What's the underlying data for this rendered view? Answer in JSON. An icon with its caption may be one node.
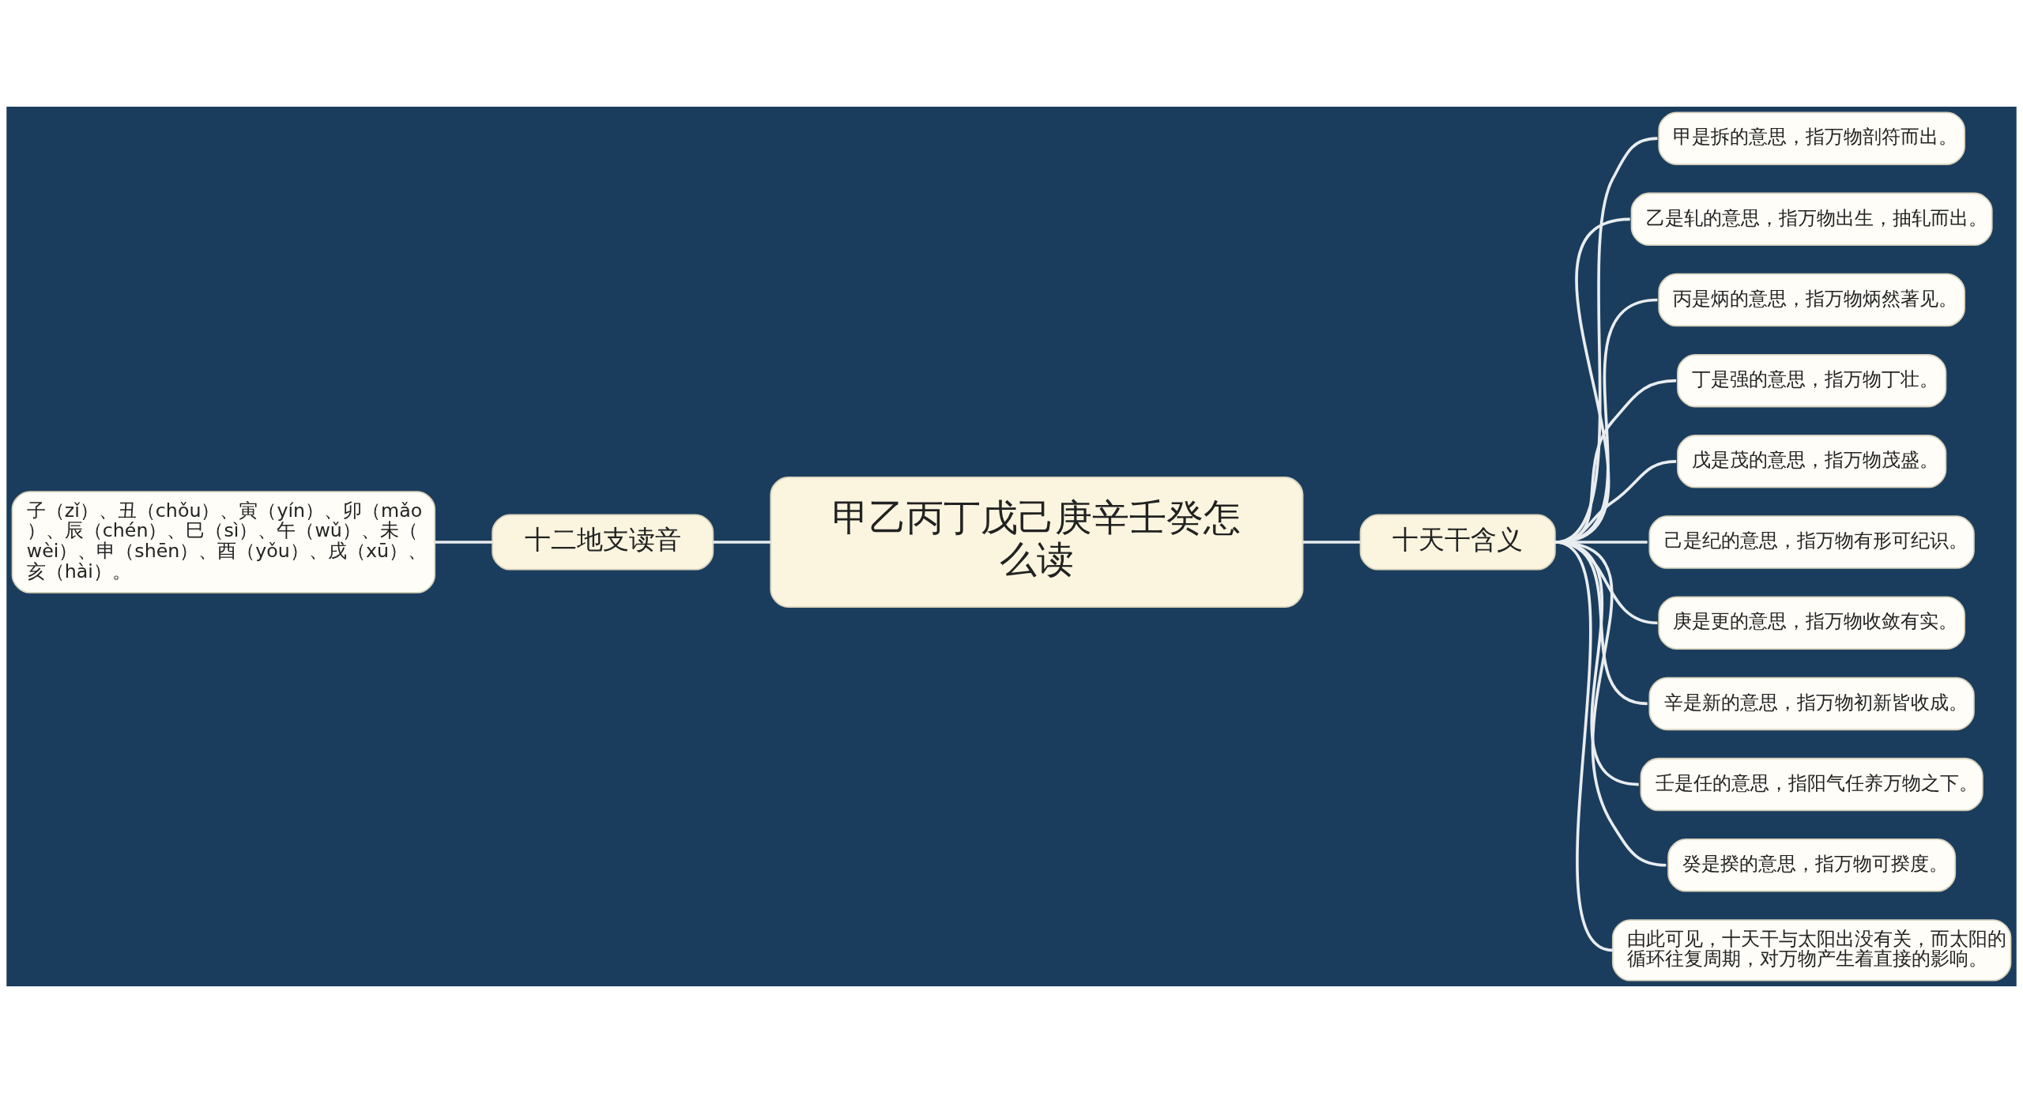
{
  "diagram": {
    "nodes": [
      {
        "text": [
          "甲乙丙丁戊己庚辛壬癸怎么读"
        ]
      },
      {
        "text": [
          "十二地支读音"
        ]
      },
      {
        "text": [
          "子（zǐ）、丑（chǒu）、寅（yín）、卯（mǎo）、辰（chén）、巳（sì）、午（wǔ）、未（wèi）、申（shēn）、酉（yǒu）、戌（xū）、亥（hài）。"
        ]
      },
      {
        "text": [
          "十天干含义"
        ]
      },
      {
        "text": [
          "甲是拆的意思，指万物剖符而出。"
        ]
      },
      {
        "text": [
          "乙是轧的意思，指万物出生，抽轧而出。"
        ]
      },
      {
        "text": [
          "丙是炳的意思，指万物炳然著见。"
        ]
      },
      {
        "text": [
          "丁是强的意思，指万物丁壮。"
        ]
      },
      {
        "text": [
          "戊是茂的意思，指万物茂盛。"
        ]
      },
      {
        "text": [
          "己是纪的意思，指万物有形可纪识。"
        ]
      },
      {
        "text": [
          "庚是更的意思，指万物收敛有实。"
        ]
      },
      {
        "text": [
          "辛是新的意思，指万物初新皆收成。"
        ]
      },
      {
        "text": [
          "壬是任的意思，指阳气任养万物之下。"
        ]
      },
      {
        "text": [
          "癸是揆的意思，指万物可揆度。"
        ]
      },
      {
        "text": [
          "由此可见，十天干与太阳出没有关，而太阳的循环往复周期，对万物产生着直接的影响。"
        ]
      }
    ],
    "edges": [
      {
        "from": 2,
        "to": 1,
        "arrow": "none"
      },
      {
        "from": 1,
        "to": 0,
        "arrow": "none"
      },
      {
        "from": 0,
        "to": 3,
        "arrow": "none"
      },
      {
        "from": 3,
        "to": 4,
        "arrow": "none"
      },
      {
        "from": 3,
        "to": 5,
        "arrow": "none"
      },
      {
        "from": 3,
        "to": 6,
        "arrow": "none"
      },
      {
        "from": 3,
        "to": 7,
        "arrow": "none"
      },
      {
        "from": 3,
        "to": 8,
        "arrow": "none"
      },
      {
        "from": 3,
        "to": 9,
        "arrow": "none"
      },
      {
        "from": 3,
        "to": 10,
        "arrow": "none"
      },
      {
        "from": 3,
        "to": 11,
        "arrow": "none"
      },
      {
        "from": 3,
        "to": 12,
        "arrow": "none"
      },
      {
        "from": 3,
        "to": 13,
        "arrow": "none"
      },
      {
        "from": 3,
        "to": 14,
        "arrow": "none"
      }
    ]
  }
}
